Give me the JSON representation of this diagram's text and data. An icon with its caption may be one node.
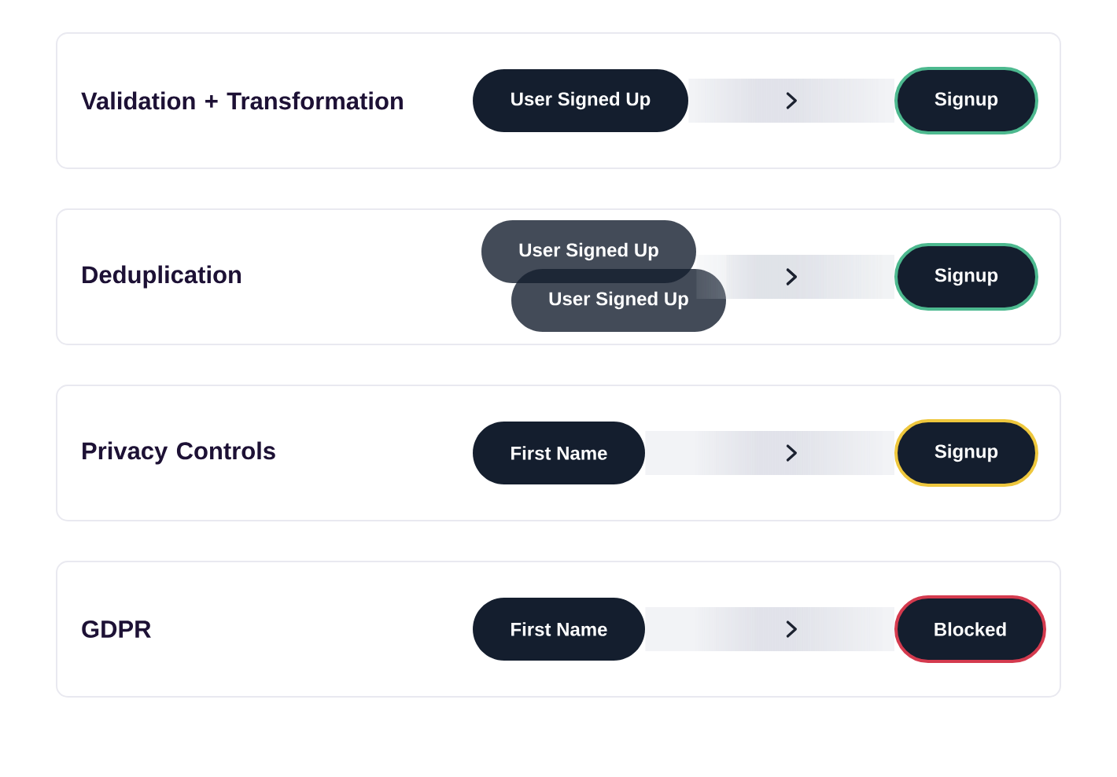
{
  "diagram": {
    "nodes": [
      {
        "text": [
          "Validation + Transformation"
        ]
      },
      {
        "text": [
          "User Signed Up"
        ],
        "in": 0
      },
      {
        "text": [
          "Signup"
        ],
        "in": 0
      },
      {
        "text": [
          "Deduplication"
        ]
      },
      {
        "text": [
          "User Signed Up"
        ],
        "in": 3
      },
      {
        "text": [
          "User Signed Up"
        ],
        "in": 3
      },
      {
        "text": [
          "Signup"
        ],
        "in": 3
      },
      {
        "text": [
          "Privacy Controls"
        ]
      },
      {
        "text": [
          "First Name"
        ],
        "in": 7
      },
      {
        "text": [
          "Signup"
        ],
        "in": 7
      },
      {
        "text": [
          "GDPR"
        ]
      },
      {
        "text": [
          "First Name"
        ],
        "in": 10
      },
      {
        "text": [
          "Blocked"
        ],
        "in": 10
      }
    ],
    "edges": [
      {
        "from": 1,
        "to": 2,
        "arrow": "to"
      },
      {
        "from": 4,
        "to": 6,
        "arrow": "to"
      },
      {
        "from": 5,
        "to": 6,
        "arrow": "to"
      },
      {
        "from": 8,
        "to": 9,
        "arrow": "to"
      },
      {
        "from": 11,
        "to": 12,
        "arrow": "to"
      }
    ]
  }
}
